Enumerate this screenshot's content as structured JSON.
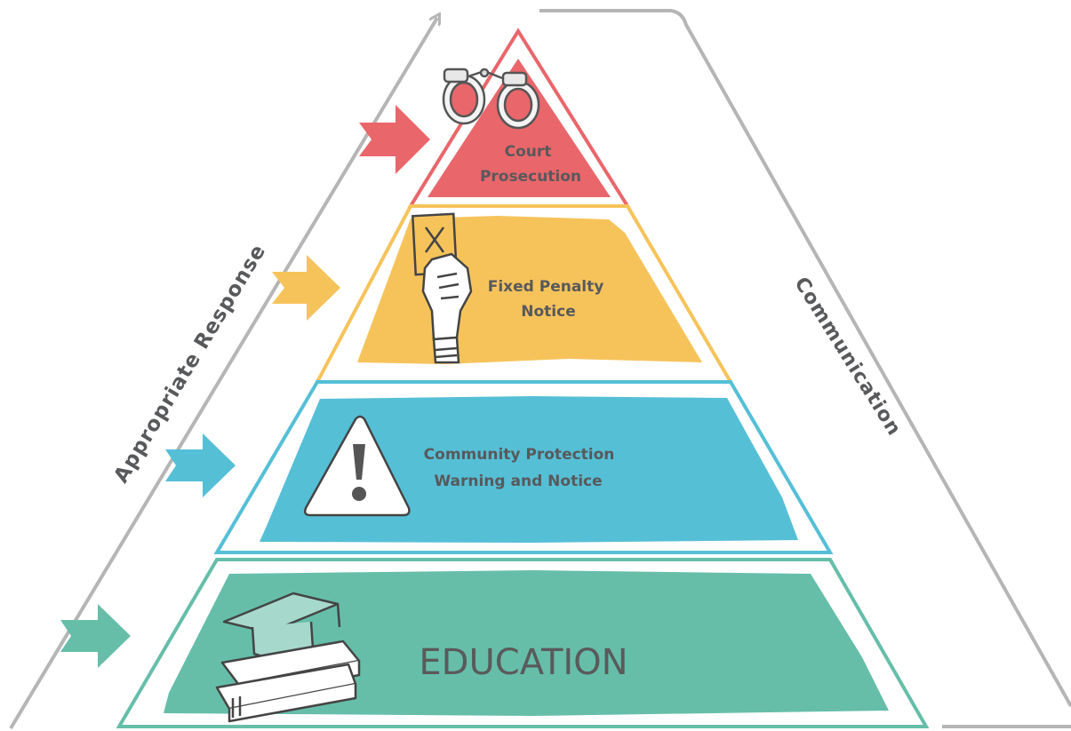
{
  "side_labels": {
    "left": "Appropriate Response",
    "right": "Communication"
  },
  "tiers": [
    {
      "id": "court",
      "lines": [
        "Court",
        "Prosecution"
      ],
      "color": "#e9666b",
      "icon": "handcuffs-icon"
    },
    {
      "id": "fpn",
      "lines": [
        "Fixed Penalty",
        "Notice"
      ],
      "color": "#f6c35b",
      "icon": "hand-holding-card-icon"
    },
    {
      "id": "cpw",
      "lines": [
        "Community Protection",
        "Warning and Notice"
      ],
      "color": "#55bfd6",
      "icon": "warning-triangle-icon"
    },
    {
      "id": "education",
      "lines": [
        "EDUCATION"
      ],
      "color": "#66bea9",
      "icon": "graduation-cap-books-icon"
    }
  ],
  "colors": {
    "outline_grey": "#b5b5b5",
    "text": "#58595b"
  }
}
